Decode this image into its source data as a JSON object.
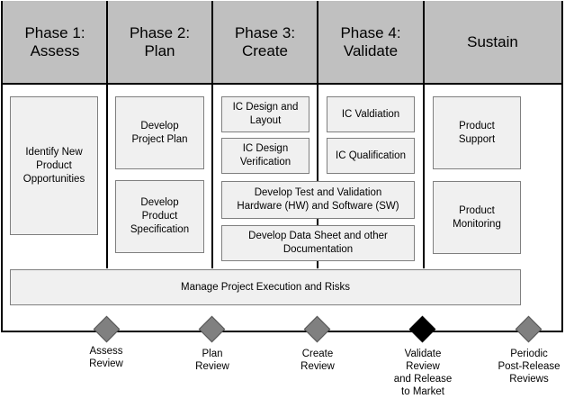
{
  "phases": [
    {
      "title": "Phase 1:\nAssess"
    },
    {
      "title": "Phase 2:\nPlan"
    },
    {
      "title": "Phase 3:\nCreate"
    },
    {
      "title": "Phase 4:\nValidate"
    },
    {
      "title": "Sustain"
    }
  ],
  "activities": {
    "identify_new_product": "Identify New\nProduct\nOpportunities",
    "develop_project_plan": "Develop\nProject Plan",
    "develop_product_spec": "Develop\nProduct\nSpecification",
    "ic_design_layout": "IC Design and\nLayout",
    "ic_design_verification": "IC Design\nVerification",
    "ic_validation": "IC Valdiation",
    "ic_qualification": "IC Qualification",
    "develop_test_hardware": "Develop Test and Validation\nHardware (HW) and Software (SW)",
    "develop_data_sheet": "Develop Data Sheet and other\nDocumentation",
    "product_support": "Product\nSupport",
    "product_monitoring": "Product\nMonitoring",
    "manage_project": "Manage Project Execution and Risks"
  },
  "gates": [
    {
      "label": "Assess\nReview",
      "color": "#808080"
    },
    {
      "label": "Plan\nReview",
      "color": "#808080"
    },
    {
      "label": "Create\nReview",
      "color": "#808080"
    },
    {
      "label": "Validate\nReview\nand Release\nto Market",
      "color": "#000000"
    },
    {
      "label": "Periodic\nPost-Release\nReviews",
      "color": "#808080"
    }
  ]
}
